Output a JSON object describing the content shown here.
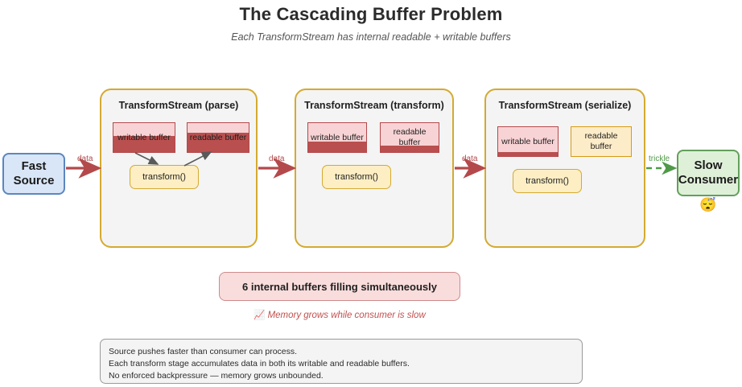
{
  "header": {
    "title": "The Cascading Buffer Problem",
    "subtitle": "Each TransformStream has internal readable + writable buffers"
  },
  "source": {
    "label": "Fast Source",
    "name": "fast-source"
  },
  "consumer": {
    "label": "Slow Consumer",
    "emoji": "😴",
    "name": "slow-consumer"
  },
  "flow_labels": {
    "data_1": "data",
    "data_2": "data",
    "data_3": "data",
    "trickle": "trickle"
  },
  "stages": [
    {
      "title": "TransformStream (parse)",
      "transform_label": "transform()",
      "writable": {
        "label": "writable buffer",
        "fill_percent": 55
      },
      "readable": {
        "label": "readable buffer",
        "fill_percent": 68
      },
      "has_arrows": true,
      "readable_style": "pink"
    },
    {
      "title": "TransformStream (transform)",
      "transform_label": "transform()",
      "writable": {
        "label": "writable buffer",
        "fill_percent": 35
      },
      "readable": {
        "label": "readable buffer",
        "fill_percent": 22
      },
      "has_arrows": false,
      "readable_style": "pink"
    },
    {
      "title": "TransformStream (serialize)",
      "transform_label": "transform()",
      "writable": {
        "label": "writable buffer",
        "fill_percent": 15
      },
      "readable": {
        "label": "readable buffer",
        "fill_percent": 0
      },
      "has_arrows": false,
      "readable_style": "amber"
    }
  ],
  "badge": {
    "text": "6 internal buffers filling simultaneously"
  },
  "caption": {
    "emoji": "📈",
    "text": "Memory grows while consumer is slow"
  },
  "note": {
    "lines": [
      "Source pushes faster than consumer can process.",
      "Each transform stage accumulates data in both its writable and readable buffers.",
      "No enforced backpressure — memory grows unbounded."
    ]
  },
  "colors": {
    "stage_border": "#d4aa30",
    "buffer_fill": "#b9504f",
    "buffer_pink": "#f8d3d5",
    "buffer_amber": "#fdecc8",
    "flow_arrow": "#b4494b",
    "trickle_arrow": "#4f9a47",
    "source_fill": "#d9e6f7",
    "consumer_fill": "#dff0d8"
  }
}
